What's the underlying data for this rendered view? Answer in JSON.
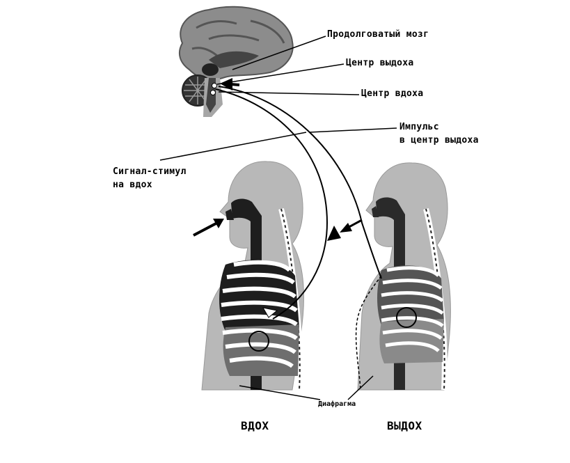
{
  "labels": {
    "medulla": "Продолговатый мозг",
    "expiration_center": "Центр выдоха",
    "inspiration_center": "Центр вдоха",
    "impulse_line1": "Импульс",
    "impulse_line2": "в центр выдоха",
    "signal_line1": "Сигнал-стимул",
    "signal_line2": "на вдох",
    "diaphragm": "Диафрагма",
    "inhale": "ВДОХ",
    "exhale": "ВЫДОХ"
  },
  "colors": {
    "brain": "#8c8c8c",
    "brain_dark": "#333333",
    "body": "#b8b8b8",
    "lung_dark": "#1e1e1e",
    "lung_light": "#6e6e6e",
    "ribs": "#ffffff",
    "line": "#000000"
  }
}
